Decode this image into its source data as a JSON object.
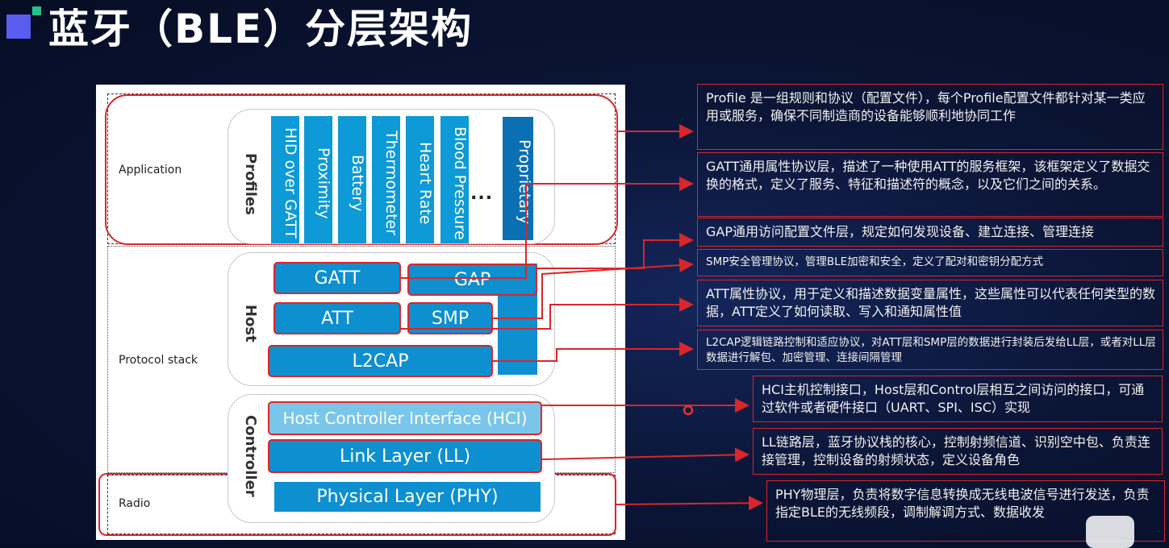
{
  "title": "蓝牙（BLE）分层架构",
  "diagram": {
    "labels": {
      "application": "Application",
      "protocol_stack": "Protocol stack",
      "radio": "Radio",
      "profiles": "Profiles",
      "host": "Host",
      "controller": "Controller"
    },
    "profiles": [
      "HID over GATT",
      "Proximity",
      "Battery",
      "Thermometer",
      "Heart Rate",
      "Blood Pressure",
      "Proprietary"
    ],
    "ellipsis": "...",
    "host_layers": {
      "gatt": "GATT",
      "gap": "GAP",
      "att": "ATT",
      "smp": "SMP",
      "l2cap": "L2CAP"
    },
    "controller_layers": {
      "hci": "Host Controller Interface (HCI)",
      "ll": "Link Layer (LL)",
      "phy": "Physical Layer (PHY)"
    }
  },
  "descriptions": {
    "profile": "Profile 是一组规则和协议（配置文件），每个Profile配置文件都针对某一类应用或服务，确保不同制造商的设备能够顺利地协同工作",
    "gatt": "GATT通用属性协议层，描述了一种使用ATT的服务框架，该框架定义了数据交换的格式，定义了服务、特征和描述符的概念，以及它们之间的关系。",
    "gap": "GAP通用访问配置文件层，规定如何发现设备、建立连接、管理连接",
    "smp": "SMP安全管理协议，管理BLE加密和安全，定义了配对和密钥分配方式",
    "att": "ATT属性协议，用于定义和描述数据变量属性，这些属性可以代表任何类型的数据，ATT定义了如何读取、写入和通知属性值",
    "l2cap": "L2CAP逻辑链路控制和适应协议，对ATT层和SMP层的数据进行封装后发给LL层，或者对LL层数据进行解包、加密管理、连接间隔管理",
    "hci": "HCI主机控制接口，Host层和Control层相互之间访问的接口，可通过软件或者硬件接口（UART、SPI、ISC）实现",
    "ll": "LL链路层，蓝牙协议栈的核心，控制射频信道、识别空中包、负责连接管理，控制设备的射频状态，定义设备角色",
    "phy": "PHY物理层，负责将数字信息转换成无线电波信号进行发送，负责指定BLE的无线频段，调制解调方式、数据收发"
  },
  "colors": {
    "accent_red": "#d9262b",
    "layer_blue": "#0d8fd0",
    "hci_light_blue": "#79c6ea",
    "background": "#0b1536"
  }
}
